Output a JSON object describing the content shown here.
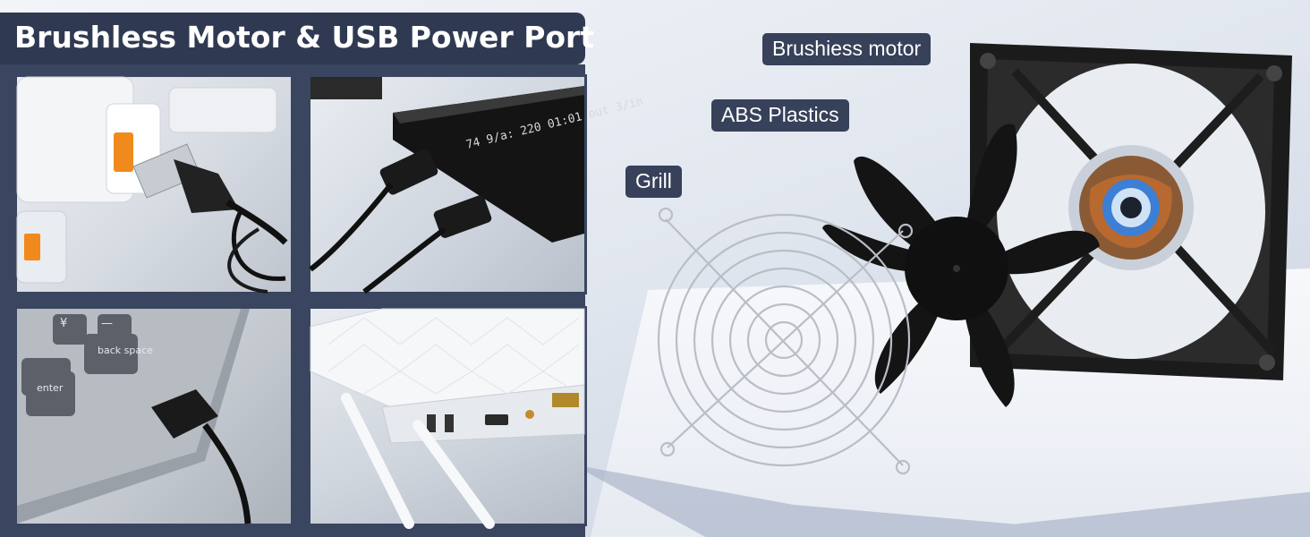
{
  "header": {
    "title": "Brushless Motor & USB Power Port"
  },
  "photos": [
    {
      "name": "usb-wall-adapter-photo",
      "device_text": ""
    },
    {
      "name": "usb-power-bank-photo",
      "device_text": "74 9/a: 220 01:01 out 3/in"
    },
    {
      "name": "laptop-usb-port-photo",
      "keys": [
        "back space",
        "enter",
        "¥",
        "—"
      ]
    },
    {
      "name": "router-usb-port-photo"
    }
  ],
  "components": {
    "grill_label": "Grill",
    "abs_label": "ABS Plastics",
    "motor_label": "Brushiess motor"
  },
  "colors": {
    "label_bg": "#37415a",
    "title_bg": "#2f3a52",
    "fan_black": "#1a1a1a",
    "copper": "#b8692f",
    "grill_silver": "#c9ced6"
  }
}
